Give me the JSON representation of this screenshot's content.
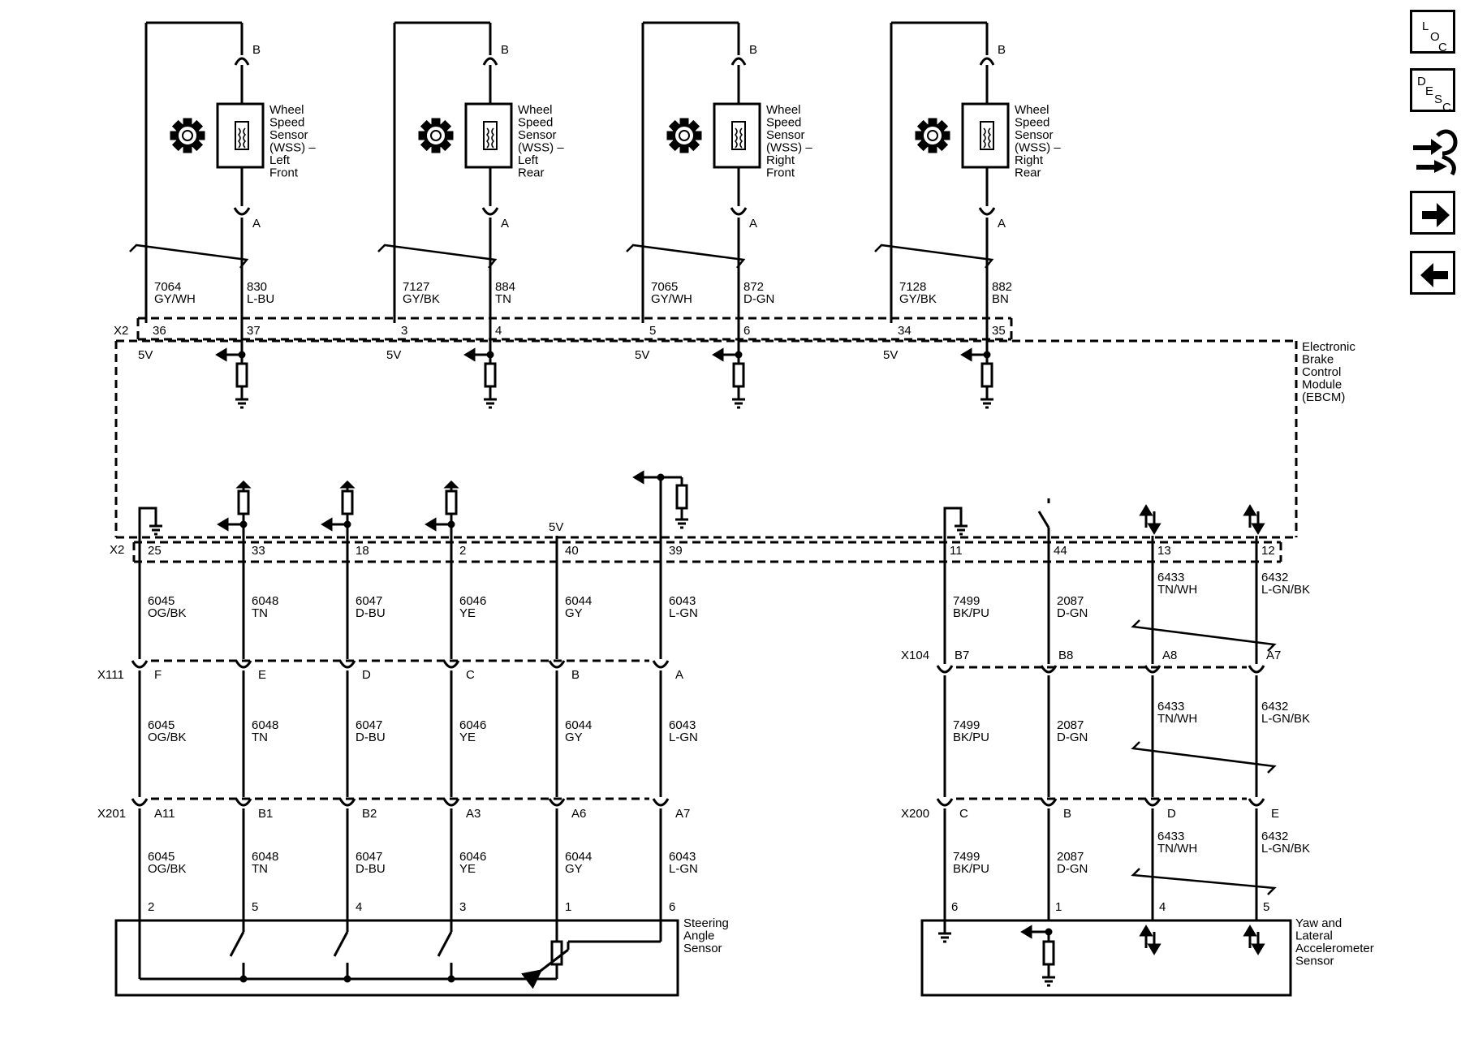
{
  "nav": {
    "loc": {
      "l1": "L",
      "l2": "O",
      "l3": "C"
    },
    "desc": {
      "l1": "D",
      "l2": "E",
      "l3": "S",
      "l4": "C"
    }
  },
  "top_connector": "X2",
  "ebcm_label": [
    "Electronic",
    "Brake",
    "Control",
    "Module",
    "(EBCM)"
  ],
  "wss": [
    {
      "title": [
        "Wheel",
        "Speed",
        "Sensor",
        "(WSS) –",
        "Left",
        "Front"
      ],
      "pinB": "B",
      "pinA": "A",
      "w1": {
        "ckt": "7064",
        "color": "GY/WH",
        "pin": "36"
      },
      "w2": {
        "ckt": "830",
        "color": "L-BU",
        "pin": "37"
      },
      "volt": "5V"
    },
    {
      "title": [
        "Wheel",
        "Speed",
        "Sensor",
        "(WSS) –",
        "Left",
        "Rear"
      ],
      "pinB": "B",
      "pinA": "A",
      "w1": {
        "ckt": "7127",
        "color": "GY/BK",
        "pin": "3"
      },
      "w2": {
        "ckt": "884",
        "color": "TN",
        "pin": "4"
      },
      "volt": "5V"
    },
    {
      "title": [
        "Wheel",
        "Speed",
        "Sensor",
        "(WSS) –",
        "Right",
        "Front"
      ],
      "pinB": "B",
      "pinA": "A",
      "w1": {
        "ckt": "7065",
        "color": "GY/WH",
        "pin": "5"
      },
      "w2": {
        "ckt": "872",
        "color": "D-GN",
        "pin": "6"
      },
      "volt": "5V"
    },
    {
      "title": [
        "Wheel",
        "Speed",
        "Sensor",
        "(WSS) –",
        "Right",
        "Rear"
      ],
      "pinB": "B",
      "pinA": "A",
      "w1": {
        "ckt": "7128",
        "color": "GY/BK",
        "pin": "34"
      },
      "w2": {
        "ckt": "882",
        "color": "BN",
        "pin": "35"
      },
      "volt": "5V"
    }
  ],
  "steering": {
    "connectors": {
      "top": "X2",
      "mid": "X111",
      "low": "X201"
    },
    "label": [
      "Steering",
      "Angle",
      "Sensor"
    ],
    "volt": "5V",
    "wires": [
      {
        "ebcm_pin": "25",
        "ckt": "6045",
        "color": "OG/BK",
        "x111": "F",
        "x201": "A11",
        "sensor_pin": "2"
      },
      {
        "ebcm_pin": "33",
        "ckt": "6048",
        "color": "TN",
        "x111": "E",
        "x201": "B1",
        "sensor_pin": "5"
      },
      {
        "ebcm_pin": "18",
        "ckt": "6047",
        "color": "D-BU",
        "x111": "D",
        "x201": "B2",
        "sensor_pin": "4"
      },
      {
        "ebcm_pin": "2",
        "ckt": "6046",
        "color": "YE",
        "x111": "C",
        "x201": "A3",
        "sensor_pin": "3"
      },
      {
        "ebcm_pin": "40",
        "ckt": "6044",
        "color": "GY",
        "x111": "B",
        "x201": "A6",
        "sensor_pin": "1"
      },
      {
        "ebcm_pin": "39",
        "ckt": "6043",
        "color": "L-GN",
        "x111": "A",
        "x201": "A7",
        "sensor_pin": "6"
      }
    ]
  },
  "yaw": {
    "connectors": {
      "mid": "X104",
      "low": "X200"
    },
    "label": [
      "Yaw and",
      "Lateral",
      "Accelerometer",
      "Sensor"
    ],
    "wires": [
      {
        "ebcm_pin": "11",
        "ckt": "7499",
        "color": "BK/PU",
        "x104": "B7",
        "x200": "C",
        "sensor_pin": "6"
      },
      {
        "ebcm_pin": "44",
        "ckt": "2087",
        "color": "D-GN",
        "x104": "B8",
        "x200": "B",
        "sensor_pin": "1"
      },
      {
        "ebcm_pin": "13",
        "ckt": "6433",
        "color": "TN/WH",
        "x104": "A8",
        "x200": "D",
        "sensor_pin": "4"
      },
      {
        "ebcm_pin": "12",
        "ckt": "6432",
        "color": "L-GN/BK",
        "x104": "A7",
        "x200": "E",
        "sensor_pin": "5"
      }
    ]
  }
}
